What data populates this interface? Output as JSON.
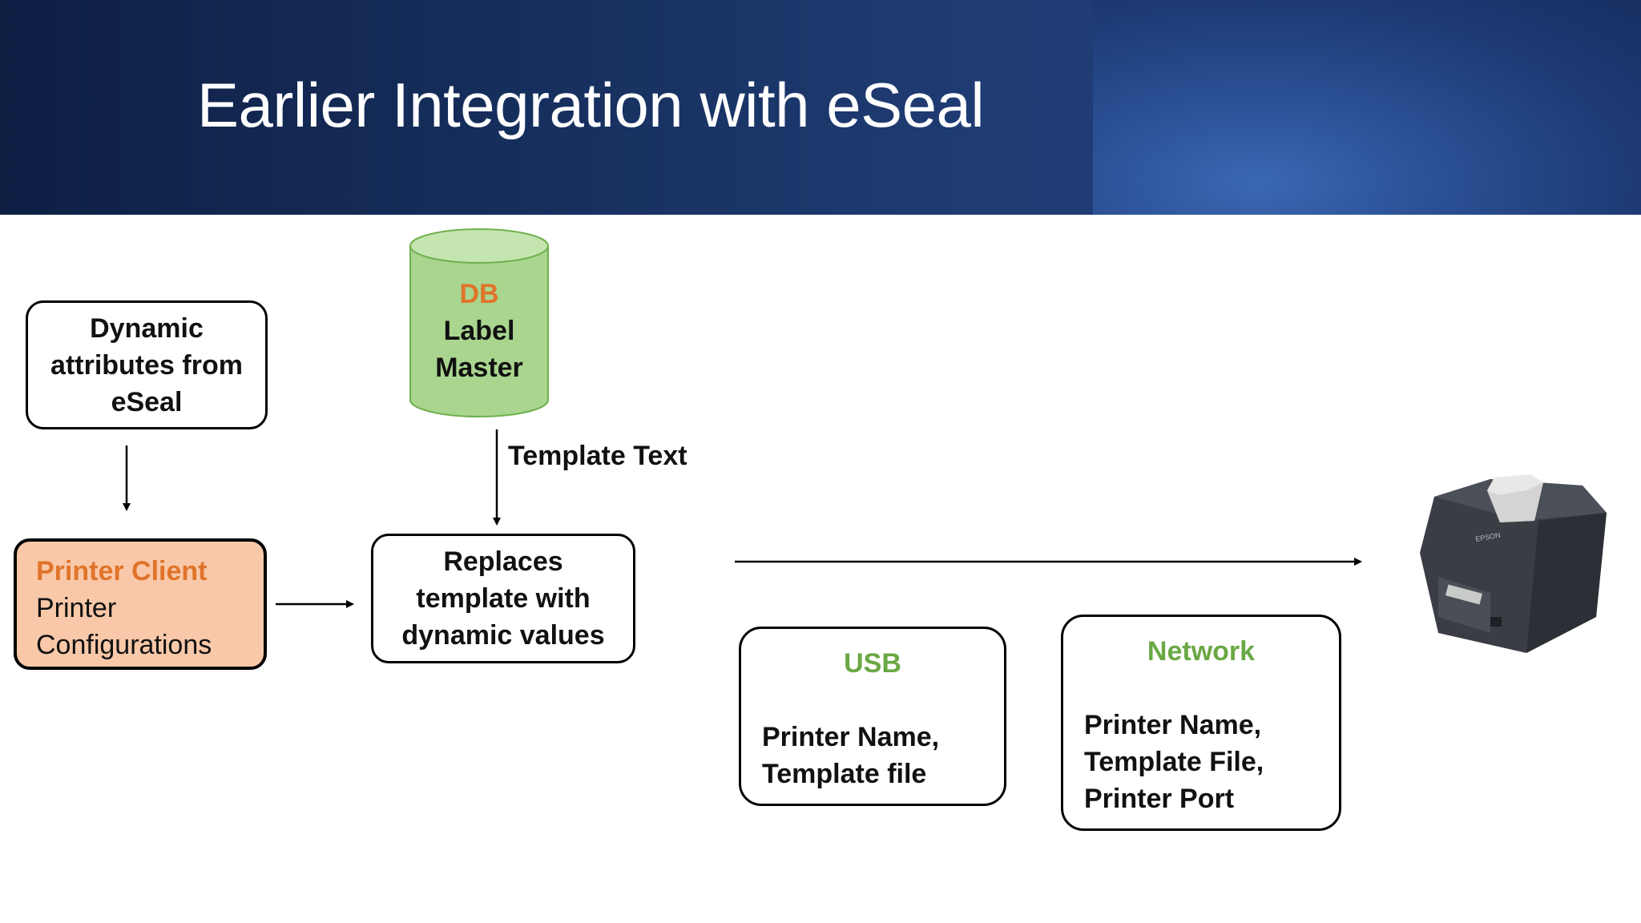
{
  "title": "Earlier Integration with eSeal",
  "nodes": {
    "dynamic_attributes": {
      "lines": [
        "Dynamic",
        "attributes from",
        "eSeal"
      ]
    },
    "db": {
      "head": "DB",
      "lines": [
        "Label",
        "Master"
      ]
    },
    "printer_client": {
      "head": "Printer Client",
      "lines": [
        "Printer",
        "Configurations"
      ]
    },
    "replaces": {
      "lines": [
        "Replaces",
        "template with",
        "dynamic values"
      ]
    },
    "usb": {
      "head": "USB",
      "lines": [
        "Printer Name,",
        "Template file"
      ]
    },
    "network": {
      "head": "Network",
      "lines": [
        "Printer Name,",
        "Template File,",
        "Printer Port"
      ]
    }
  },
  "edge_labels": {
    "template_text": "Template Text"
  },
  "colors": {
    "orange": "#e0742a",
    "green": "#6aa844",
    "db_fill": "#a9d58f",
    "client_fill": "#f8c8a8"
  },
  "images": {
    "printer": "receipt-printer-icon",
    "printer_brand": "EPSON"
  }
}
